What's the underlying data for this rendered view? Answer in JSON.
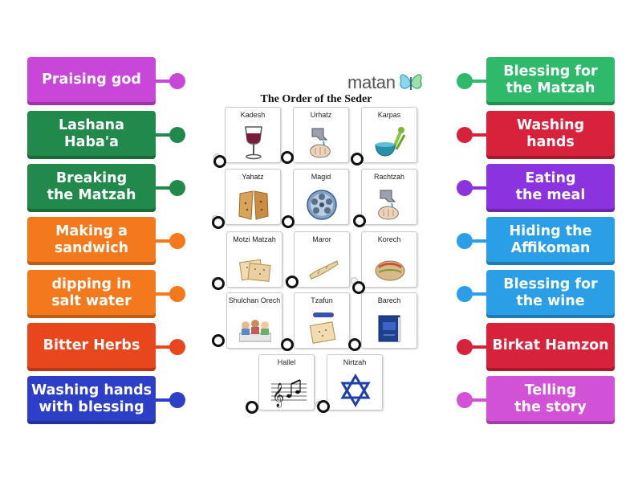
{
  "logo": {
    "text": "matan",
    "icon": "butterfly-icon"
  },
  "seder_title": "The Order of the Seder",
  "cards": [
    {
      "label": "Kadesh",
      "icon": "wine-glass-icon"
    },
    {
      "label": "Urhatz",
      "icon": "hand-washing-icon"
    },
    {
      "label": "Karpas",
      "icon": "celery-bowl-icon"
    },
    {
      "label": "Yahatz",
      "icon": "broken-matzah-icon"
    },
    {
      "label": "Magid",
      "icon": "seder-plate-icon"
    },
    {
      "label": "Rachtzah",
      "icon": "hand-washing-icon"
    },
    {
      "label": "Motzi Matzah",
      "icon": "matzah-icon"
    },
    {
      "label": "Maror",
      "icon": "horseradish-icon"
    },
    {
      "label": "Korech",
      "icon": "sandwich-icon"
    },
    {
      "label": "Shulchan Orech",
      "icon": "family-meal-icon"
    },
    {
      "label": "Tzafun",
      "icon": "afikoman-icon"
    },
    {
      "label": "Barech",
      "icon": "prayer-book-icon"
    },
    {
      "label": "Hallel",
      "icon": "music-notes-icon"
    },
    {
      "label": "Nirtzah",
      "icon": "star-of-david-icon"
    }
  ],
  "left_tiles": [
    {
      "label": "Praising god",
      "color": "#c846d8",
      "knob": "#c846d8"
    },
    {
      "label": "Lashana\nHaba'a",
      "color": "#21894a",
      "knob": "#21894a"
    },
    {
      "label": "Breaking\nthe Matzah",
      "color": "#21894a",
      "knob": "#21894a"
    },
    {
      "label": "Making a\nsandwich",
      "color": "#f4781c",
      "knob": "#f4781c"
    },
    {
      "label": "dipping in\nsalt water",
      "color": "#f4781c",
      "knob": "#f4781c"
    },
    {
      "label": "Bitter Herbs",
      "color": "#e8471e",
      "knob": "#e8471e"
    },
    {
      "label": "Washing hands\nwith blessing",
      "color": "#2e3fc7",
      "knob": "#2e3fc7"
    }
  ],
  "right_tiles": [
    {
      "label": "Blessing for\nthe Matzah",
      "color": "#2fba6b",
      "knob": "#2fba6b"
    },
    {
      "label": "Washing\nhands",
      "color": "#d8213a",
      "knob": "#d8213a"
    },
    {
      "label": "Eating\nthe meal",
      "color": "#8a33de",
      "knob": "#8a33de"
    },
    {
      "label": "Hiding the\nAffikoman",
      "color": "#2a9ee6",
      "knob": "#2a9ee6"
    },
    {
      "label": "Blessing for\nthe wine",
      "color": "#2a9ee6",
      "knob": "#2a9ee6"
    },
    {
      "label": "Birkat Hamzon",
      "color": "#d8213a",
      "knob": "#d8213a"
    },
    {
      "label": "Telling\nthe story",
      "color": "#d152d6",
      "knob": "#d152d6"
    }
  ]
}
